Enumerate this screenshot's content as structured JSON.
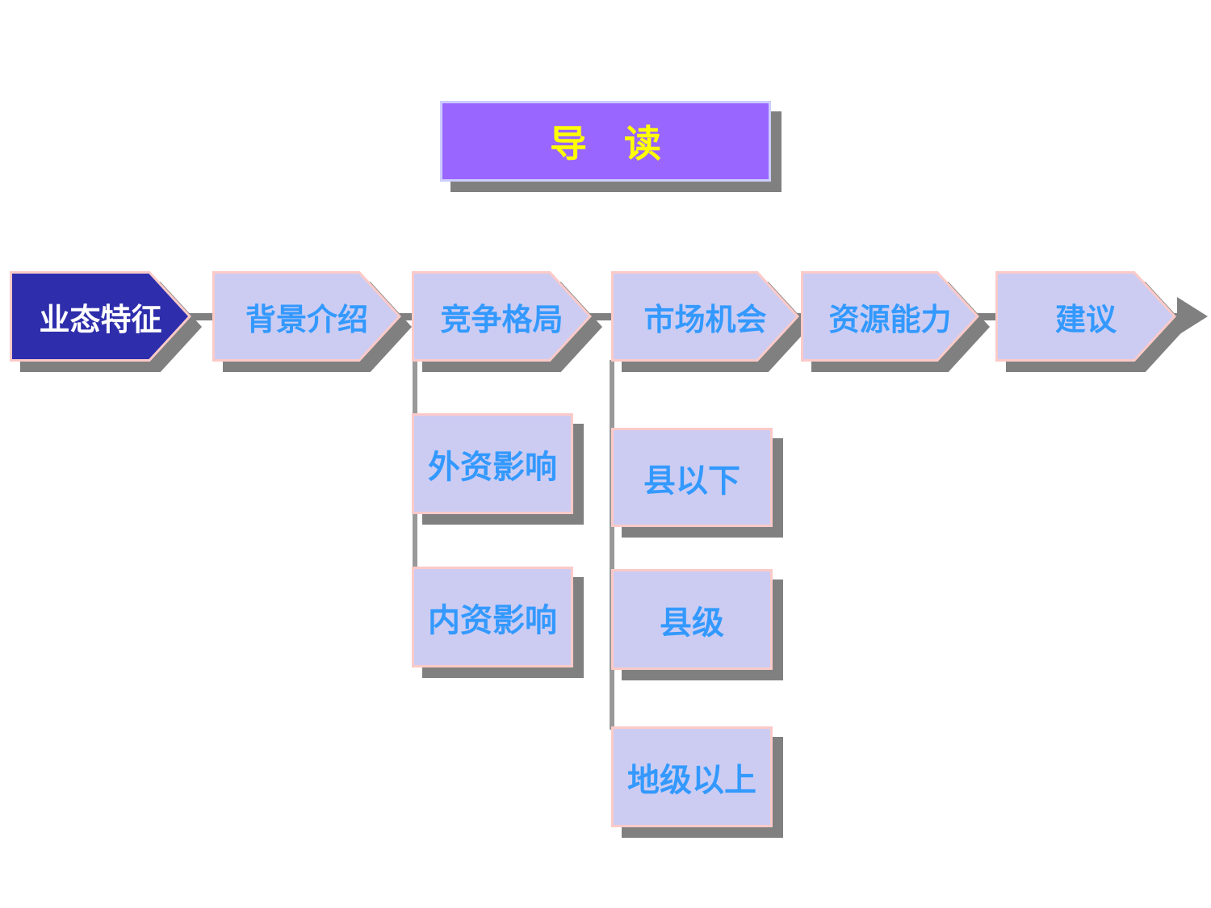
{
  "title": {
    "label": "导　读"
  },
  "nav": {
    "items": [
      {
        "label": "业态特征",
        "active": true
      },
      {
        "label": "背景介绍",
        "active": false
      },
      {
        "label": "竞争格局",
        "active": false
      },
      {
        "label": "市场机会",
        "active": false
      },
      {
        "label": "资源能力",
        "active": false
      },
      {
        "label": "建议",
        "active": false
      }
    ]
  },
  "subboxes": {
    "competition": [
      {
        "label": "外资影响"
      },
      {
        "label": "内资影响"
      }
    ],
    "market": [
      {
        "label": "县以下"
      },
      {
        "label": "县级"
      },
      {
        "label": "地级以上"
      }
    ]
  },
  "icons": {
    "flow_arrow": "right-arrowhead"
  },
  "colors": {
    "title_bg": "#9966FF",
    "title_border": "#CCCCFF",
    "title_text": "#FFFF00",
    "active_arrow_bg": "#2E2EAC",
    "active_arrow_text": "#FFFFFF",
    "shape_bg": "#CCCCF2",
    "shape_border": "#FBCAC8",
    "shape_text": "#3399FF",
    "shadow": "#808080",
    "connector": "#999999",
    "background": "#FFFFFF"
  }
}
